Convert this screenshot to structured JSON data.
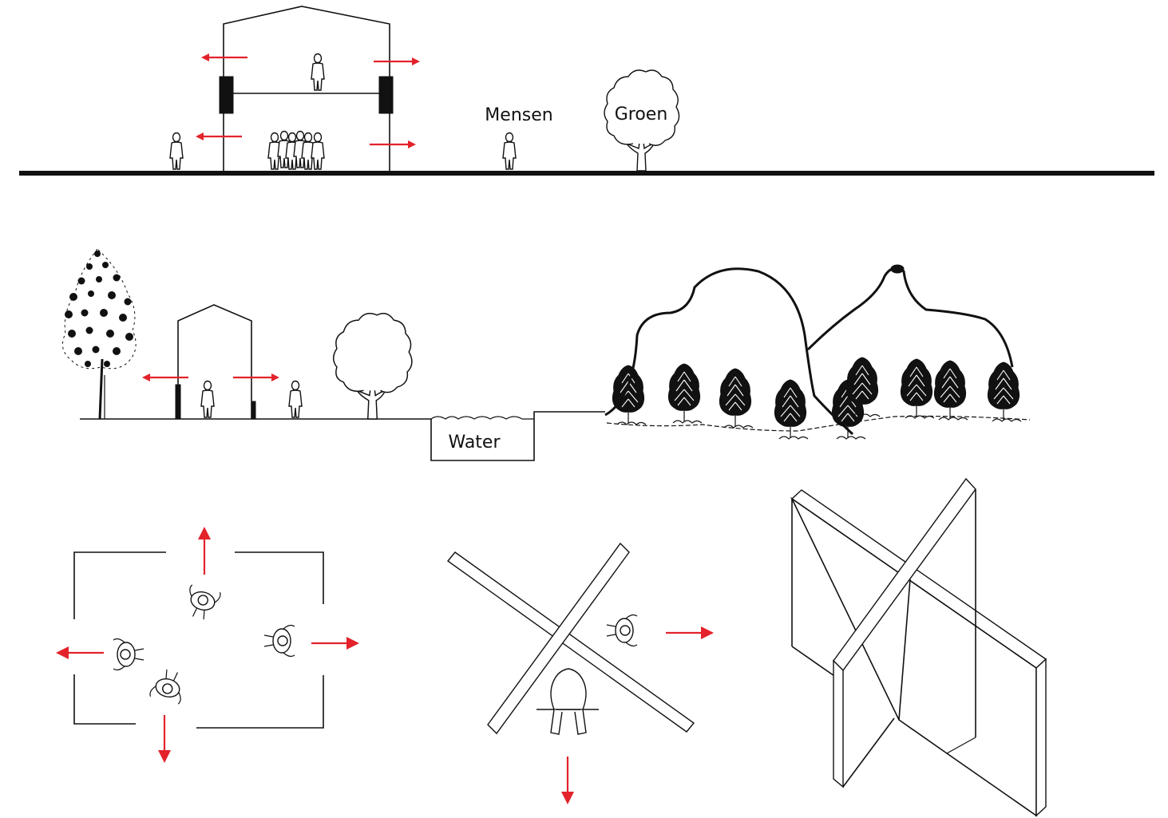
{
  "labels": {
    "people": "Mensen",
    "green": "Groen",
    "water": "Water"
  },
  "colors": {
    "arrow": "#e3222b",
    "line": "#111111",
    "background": "#ffffff"
  },
  "icons": [
    "person-silhouette-icon",
    "tree-icon",
    "arrow-icon",
    "person-topview-icon"
  ]
}
